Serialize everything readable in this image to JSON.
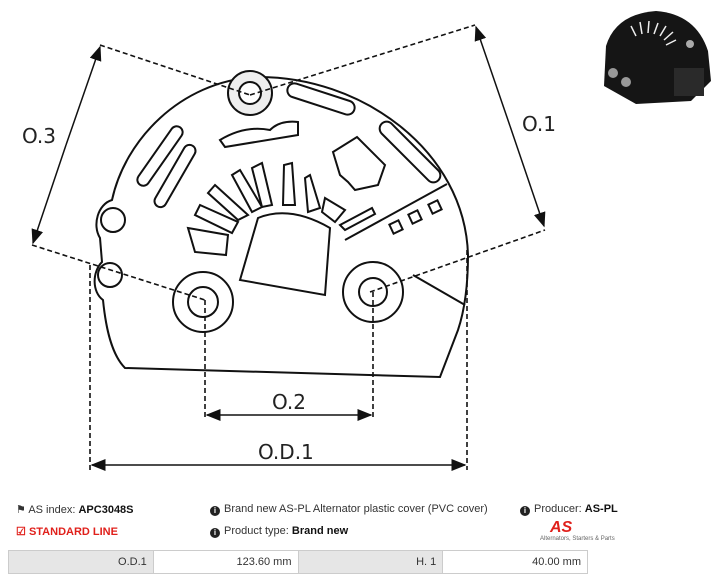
{
  "diagram": {
    "labels": {
      "o3": "O.3",
      "o1": "O.1",
      "o2": "O.2",
      "od1": "O.D.1"
    }
  },
  "product": {
    "as_index_label": "AS index:",
    "as_index": "APC3048S",
    "standard_line": "STANDARD LINE",
    "description": "Brand new AS-PL Alternator plastic cover (PVC cover)",
    "product_type_label": "Product type:",
    "product_type": "Brand new",
    "producer_label": "Producer:",
    "producer": "AS-PL",
    "logo_text": "AS",
    "logo_tagline": "Alternators, Starters & Parts"
  },
  "specs": [
    {
      "key": "O.D.1",
      "value": "123.60 mm"
    },
    {
      "key": "H. 1",
      "value": "40.00 mm"
    }
  ],
  "colors": {
    "accent": "#e0201b"
  }
}
